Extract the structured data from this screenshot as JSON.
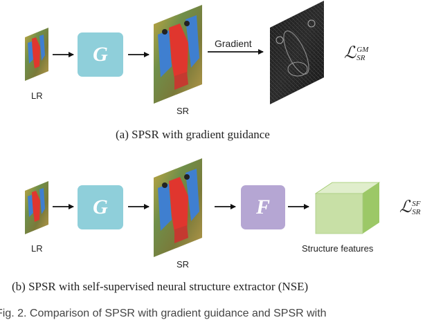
{
  "panel_a": {
    "lr_label": "LR",
    "g_label": "G",
    "sr_label": "SR",
    "gradient_label": "Gradient",
    "loss": {
      "symbol": "ℒ",
      "sup": "GM",
      "sub": "SR"
    },
    "caption": "(a)  SPSR with gradient guidance"
  },
  "panel_b": {
    "lr_label": "LR",
    "g_label": "G",
    "sr_label": "SR",
    "f_label": "F",
    "features_label": "Structure features",
    "loss": {
      "symbol": "ℒ",
      "sup": "SF",
      "sub": "SR"
    },
    "caption": "(b) SPSR with self-supervised neural structure extractor (NSE)"
  },
  "figure_caption": "Fig. 2. Comparison of SPSR with gradient guidance and SPSR with",
  "colors": {
    "g_block": "#8fcfda",
    "f_block": "#b5a6d3",
    "cube_front": "#c8e0a6",
    "cube_top": "#e0eecc",
    "cube_side": "#9cc867",
    "arrow": "#111111"
  }
}
